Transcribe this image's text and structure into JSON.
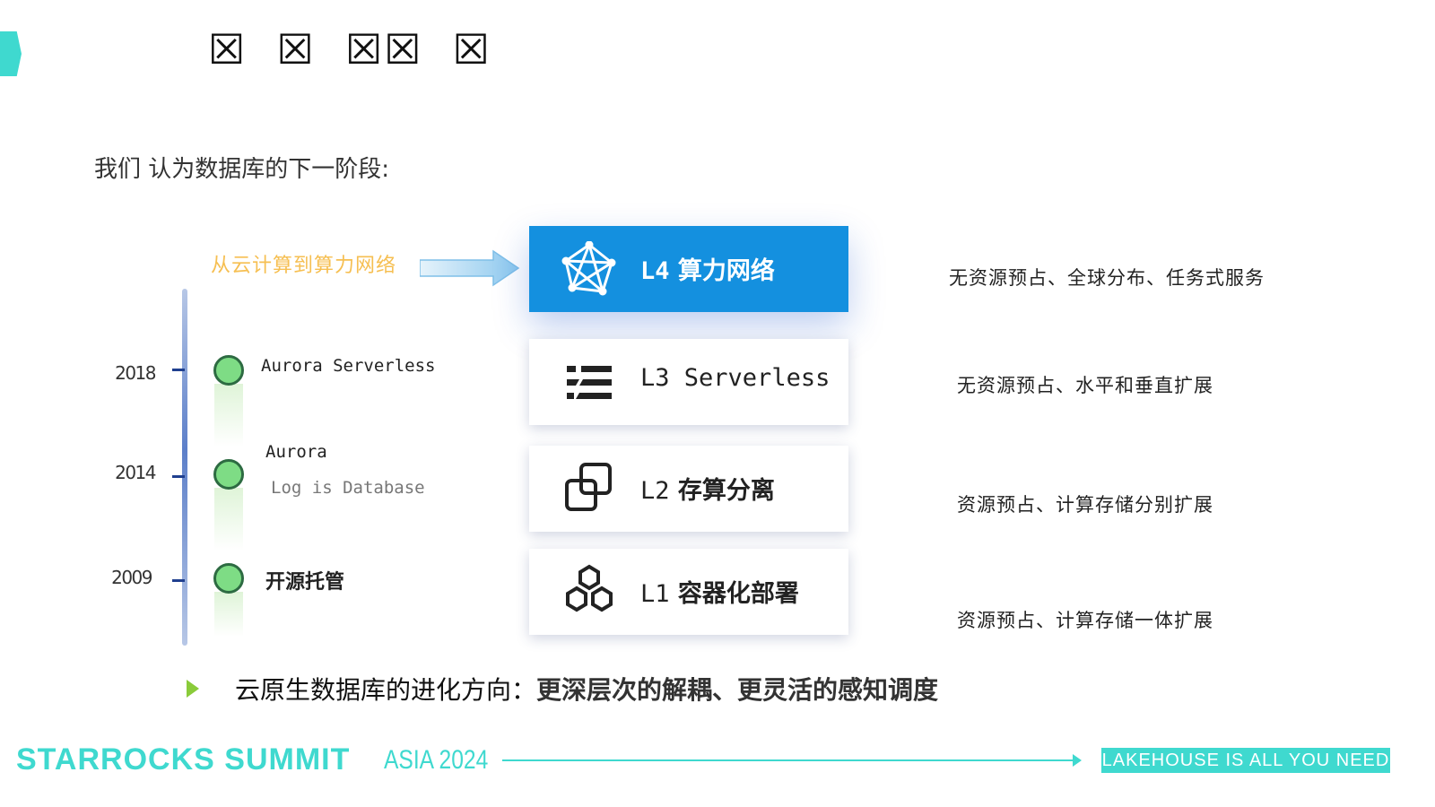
{
  "slide": {
    "title": "☒  ☒  ☒☒  ☒",
    "subtitle": "我们 认为数据库的下一阶段:"
  },
  "timeline": {
    "items": [
      {
        "year": "2018",
        "label": "Aurora Serverless",
        "sublabel": ""
      },
      {
        "year": "2014",
        "label": "Aurora",
        "sublabel": "Log is Database"
      },
      {
        "year": "2009",
        "label": "开源托管",
        "sublabel": ""
      }
    ],
    "cloud_note": "从云计算到算力网络"
  },
  "levels": [
    {
      "code": "L4",
      "name": "算力网络",
      "icon": "network-graph-icon",
      "description": "无资源预占、全球分布、任务式服务"
    },
    {
      "code": "L3",
      "name": "Serverless",
      "icon": "serverless-lines-icon",
      "description": "无资源预占、水平和垂直扩展"
    },
    {
      "code": "L2",
      "name": "存算分离",
      "icon": "separated-squares-icon",
      "description": "资源预占、计算存储分别扩展"
    },
    {
      "code": "L1",
      "name": "容器化部署",
      "icon": "hexagon-cluster-icon",
      "description": "资源预占、计算存储一体扩展"
    }
  ],
  "conclusion": {
    "prefix": "云原生数据库的进化方向：",
    "highlight": "更深层次的解耦、更灵活的感知调度"
  },
  "footer": {
    "brand": "STARROCKS SUMMIT",
    "brand_suffix": "ASIA 2024",
    "tagline": "LAKEHOUSE IS ALL YOU NEED"
  },
  "colors": {
    "accent": "#3fd9cf",
    "l4_card": "#1490df",
    "timeline_dot": "#7edc85",
    "cloud_note": "#f6bf52",
    "bullet": "#8acb3a"
  }
}
